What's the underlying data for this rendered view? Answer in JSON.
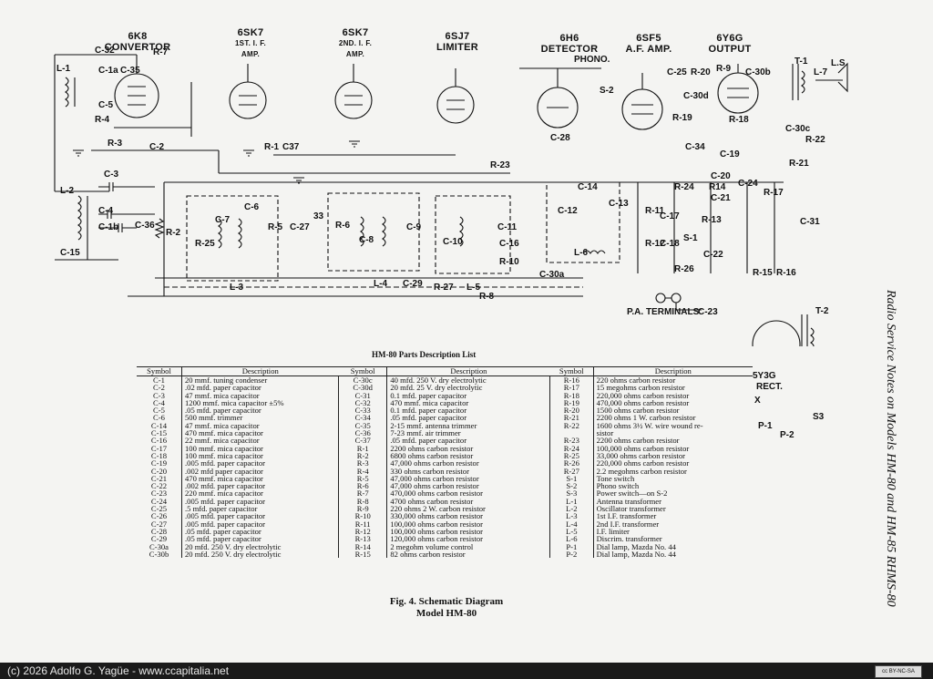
{
  "tubes": [
    {
      "id": "6k8",
      "type": "6K8",
      "function": "CONVERTOR"
    },
    {
      "id": "6sk7a",
      "type": "6SK7",
      "function": "1ST. I. F.",
      "function2": "AMP."
    },
    {
      "id": "6sk7b",
      "type": "6SK7",
      "function": "2ND. I. F.",
      "function2": "AMP."
    },
    {
      "id": "6sj7",
      "type": "6SJ7",
      "function": "LIMITER"
    },
    {
      "id": "6h6",
      "type": "6H6",
      "function": "DETECTOR"
    },
    {
      "id": "6sf5",
      "type": "6SF5",
      "function": "A.F. AMP."
    },
    {
      "id": "6y6g",
      "type": "6Y6G",
      "function": "OUTPUT"
    }
  ],
  "labels": {
    "phono": "PHONO.",
    "pa_terminals": "P.A. TERMINALS",
    "rect": "RECT.",
    "rect_type": "5Y3G",
    "ls": "L.S",
    "t1": "T-1",
    "t2": "T-2",
    "l7": "L-7"
  },
  "parts_on_diagram": [
    "C-32",
    "R-7",
    "L-1",
    "C-1a",
    "C-35",
    "C-5",
    "R-4",
    "R-3",
    "C-2",
    "R-1",
    "C37",
    "C-3",
    "L-2",
    "C-4",
    "C-1b",
    "C-36",
    "R-2",
    "C-15",
    "C-7",
    "R-25",
    "C-6",
    "R-5",
    "C-27",
    "33",
    "R-6",
    "C-8",
    "C-9",
    "L-3",
    "L-4",
    "C-29",
    "R-27",
    "L-5",
    "R-8",
    "C-10",
    "C-11",
    "C-16",
    "R-10",
    "C-30a",
    "R-23",
    "C-14",
    "C-12",
    "C-13",
    "L-6",
    "R-11",
    "R-12",
    "C-17",
    "C-18",
    "S-2",
    "C-28",
    "R-24",
    "S-1",
    "R-13",
    "C-22",
    "R-26",
    "R-15",
    "R-16",
    "C-25",
    "R-20",
    "R-9",
    "C-30b",
    "C-30d",
    "R-19",
    "R-18",
    "C-34",
    "C-19",
    "C-20",
    "C-21",
    "R14",
    "C-24",
    "R-17",
    "R-21",
    "R-22",
    "C-31",
    "C-30c",
    "C-23",
    "P-1",
    "P-2",
    "S3",
    "X"
  ],
  "parts_list": {
    "title": "HM-80    Parts Description List",
    "headers": [
      "Symbol",
      "Description"
    ],
    "col1": [
      [
        "C-1",
        "20 mmf. tuning condenser"
      ],
      [
        "C-2",
        ".02 mfd. paper capacitor"
      ],
      [
        "C-3",
        "47 mmf. mica capacitor"
      ],
      [
        "C-4",
        "1200 mmf. mica capacitor ±5%"
      ],
      [
        "C-5",
        ".05 mfd. paper capacitor"
      ],
      [
        "C-6",
        "500 mmf. trimmer"
      ],
      [
        "C-14",
        "47 mmf. mica capacitor"
      ],
      [
        "C-15",
        "470 mmf. mica capacitor"
      ],
      [
        "C-16",
        "22 mmf. mica capacitor"
      ],
      [
        "C-17",
        "100 mmf. mica capacitor"
      ],
      [
        "C-18",
        "100 mmf. mica capacitor"
      ],
      [
        "C-19",
        ".005 mfd. paper capacitor"
      ],
      [
        "C-20",
        ".002 mfd paper capacitor"
      ],
      [
        "C-21",
        "470 mmf. mica capacitor"
      ],
      [
        "C-22",
        ".002 mfd. paper capacitor"
      ],
      [
        "C-23",
        "220 mmf. mica capacitor"
      ],
      [
        "C-24",
        ".005 mfd. paper capacitor"
      ],
      [
        "C-25",
        ".5 mfd. paper capacitor"
      ],
      [
        "C-26",
        ".005 mfd. paper capacitor"
      ],
      [
        "C-27",
        ".005 mfd. paper capacitor"
      ],
      [
        "C-28",
        ".05 mfd. paper capacitor"
      ],
      [
        "C-29",
        ".05 mfd. paper capacitor"
      ],
      [
        "C-30a",
        "20 mfd. 250 V. dry electrolytic"
      ],
      [
        "C-30b",
        "20 mfd. 250 V. dry electrolytic"
      ]
    ],
    "col2": [
      [
        "C-30c",
        "40 mfd. 250 V. dry electrolytic"
      ],
      [
        "C-30d",
        "20 mfd. 25 V. dry electrolytic"
      ],
      [
        "C-31",
        "0.1 mfd. paper capacitor"
      ],
      [
        "C-32",
        "470 mmf. mica capacitor"
      ],
      [
        "C-33",
        "0.1 mfd. paper capacitor"
      ],
      [
        "C-34",
        ".05 mfd. paper capacitor"
      ],
      [
        "C-35",
        "2-15 mmf. antenna trimmer"
      ],
      [
        "C-36",
        "7-23 mmf. air trimmer"
      ],
      [
        "C-37",
        ".05 mfd. paper capacitor"
      ],
      [
        "R-1",
        "2200 ohms carbon resistor"
      ],
      [
        "R-2",
        "6800 ohms carbon resistor"
      ],
      [
        "R-3",
        "47,000 ohms carbon resistor"
      ],
      [
        "R-4",
        "330 ohms carbon resistor"
      ],
      [
        "R-5",
        "47,000 ohms carbon resistor"
      ],
      [
        "R-6",
        "47,000 ohms carbon resistor"
      ],
      [
        "R-7",
        "470,000 ohms carbon resistor"
      ],
      [
        "R-8",
        "4700 ohms carbon resistor"
      ],
      [
        "R-9",
        "220 ohms 2 W. carbon resistor"
      ],
      [
        "R-10",
        "330,000 ohms carbon resistor"
      ],
      [
        "R-11",
        "100,000 ohms carbon resistor"
      ],
      [
        "R-12",
        "100,000 ohms carbon resistor"
      ],
      [
        "R-13",
        "120,000 ohms carbon resistor"
      ],
      [
        "R-14",
        "2 megohm volume control"
      ],
      [
        "R-15",
        "82 ohms carbon resistor"
      ]
    ],
    "col3": [
      [
        "R-16",
        "220 ohms carbon resistor"
      ],
      [
        "R-17",
        "15 megohms carbon resistor"
      ],
      [
        "R-18",
        "220,000 ohms carbon resistor"
      ],
      [
        "R-19",
        "470,000 ohms carbon resistor"
      ],
      [
        "R-20",
        "1500 ohms carbon resistor"
      ],
      [
        "R-21",
        "2200 ohms 1 W. carbon resistor"
      ],
      [
        "R-22",
        "1600 ohms 3½ W. wire wound re-"
      ],
      [
        "",
        "sistor"
      ],
      [
        "R-23",
        "2200 ohms carbon resistor"
      ],
      [
        "R-24",
        "100,000 ohms carbon resistor"
      ],
      [
        "R-25",
        "33,000 ohms carbon resistor"
      ],
      [
        "R-26",
        "220,000 ohms carbon resistor"
      ],
      [
        "R-27",
        "2.2 megohms carbon resistor"
      ],
      [
        "S-1",
        "Tone switch"
      ],
      [
        "S-2",
        "Phono switch"
      ],
      [
        "S-3",
        "Power switch—on S-2"
      ],
      [
        "L-1",
        "Antenna transformer"
      ],
      [
        "L-2",
        "Oscillator transformer"
      ],
      [
        "L-3",
        "1st I.F. transformer"
      ],
      [
        "L-4",
        "2nd I.F. transformer"
      ],
      [
        "L-5",
        "I.F. limiter"
      ],
      [
        "L-6",
        "Discrim. transformer"
      ],
      [
        "P-1",
        "Dial lamp, Mazda No. 44"
      ],
      [
        "P-2",
        "Dial lamp, Mazda No. 44"
      ]
    ]
  },
  "caption": {
    "line1": "Fig. 4.   Schematic Diagram",
    "line2": "Model HM-80"
  },
  "side_title": "Radio Service Notes on Models HM-80 and HM-85   RHMS-80",
  "footer": {
    "text": "(c) 2026 Adolfo G. Yagüe - www.ccapitalia.net",
    "badge": "cc BY-NC-SA"
  }
}
